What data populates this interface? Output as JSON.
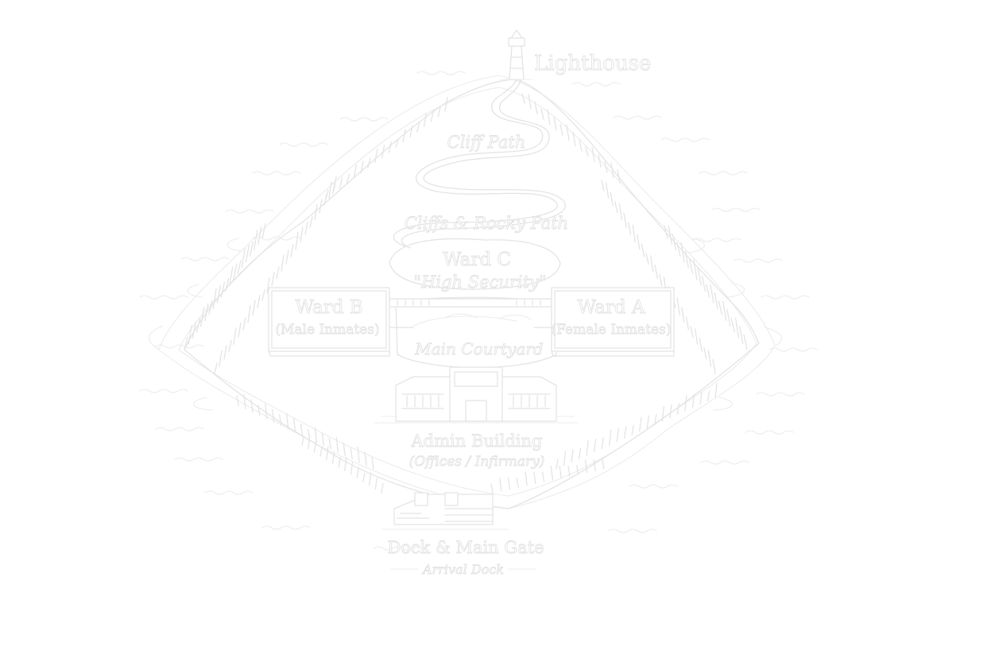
{
  "map": {
    "ink_color": "#e4e4e4",
    "background": "#ffffff",
    "locations": {
      "lighthouse": {
        "label": "Lighthouse"
      },
      "cliff_path": {
        "label": "Cliff Path"
      },
      "cliffs_rocky_path": {
        "label": "Cliffs & Rocky Path"
      },
      "ward_c": {
        "title": "Ward C",
        "subtitle": "\"High Security\""
      },
      "ward_b": {
        "title": "Ward B",
        "subtitle": "(Male Inmates)"
      },
      "ward_a": {
        "title": "Ward A",
        "subtitle": "(Female Inmates)"
      },
      "main_courtyard": {
        "label": "Main Courtyard"
      },
      "admin_building": {
        "title": "Admin Building",
        "subtitle": "(Offices / Infirmary)"
      },
      "dock": {
        "title": "Dock & Main Gate",
        "subtitle": "Arrival Dock"
      }
    },
    "icons": [
      "lighthouse-icon",
      "admin-building-icon",
      "dock-icon",
      "wave-icon",
      "cliff-icon"
    ]
  }
}
